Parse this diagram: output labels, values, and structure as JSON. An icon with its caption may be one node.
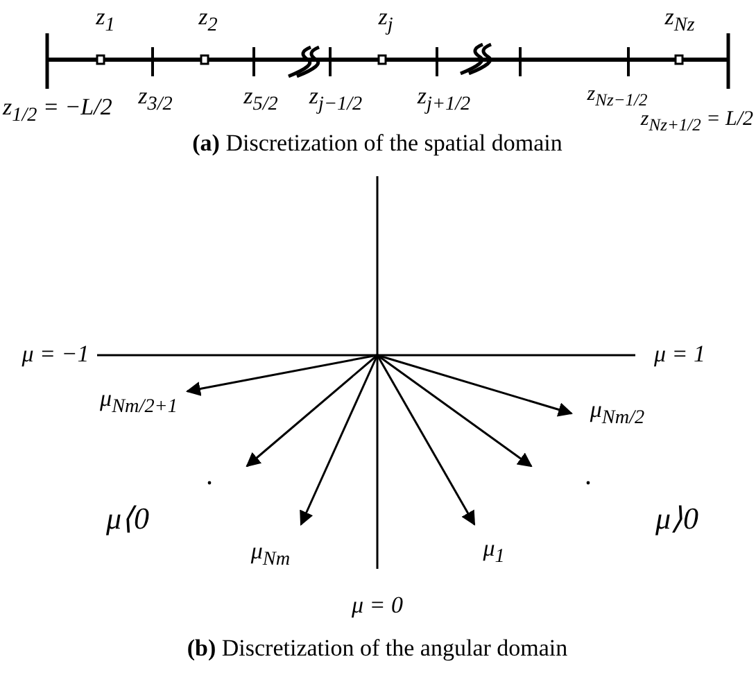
{
  "diagram": {
    "labels": [
      "z$_{1}$",
      "z$_{2}$",
      "z$_{j}$",
      "z$_{N}$$_{z}$",
      "z$_{1/2}$ = −L/2",
      "z$_{3/2}$",
      "z$_{5/2}$",
      "z$_{j−1/2}$",
      "z$_{j+1/2}$",
      "z$_{N}$$_{z}$$_{−1/2}$",
      "z$_{N}$$_{z}$$_{+1/2}$ = L/2",
      "**(a)** Discretization of the spatial domain",
      "μ = −1",
      "μ = 1",
      "μ$_{N}$$_{m}$$_{/2+1}$",
      "μ$_{N}$$_{m}$$_{/2}$",
      "μ⟨0",
      "μ⟩0",
      "μ$_{N}$$_{m}$",
      "μ$_{1}$",
      "μ = 0",
      "**(b)** Discretization of the angular domain"
    ]
  }
}
